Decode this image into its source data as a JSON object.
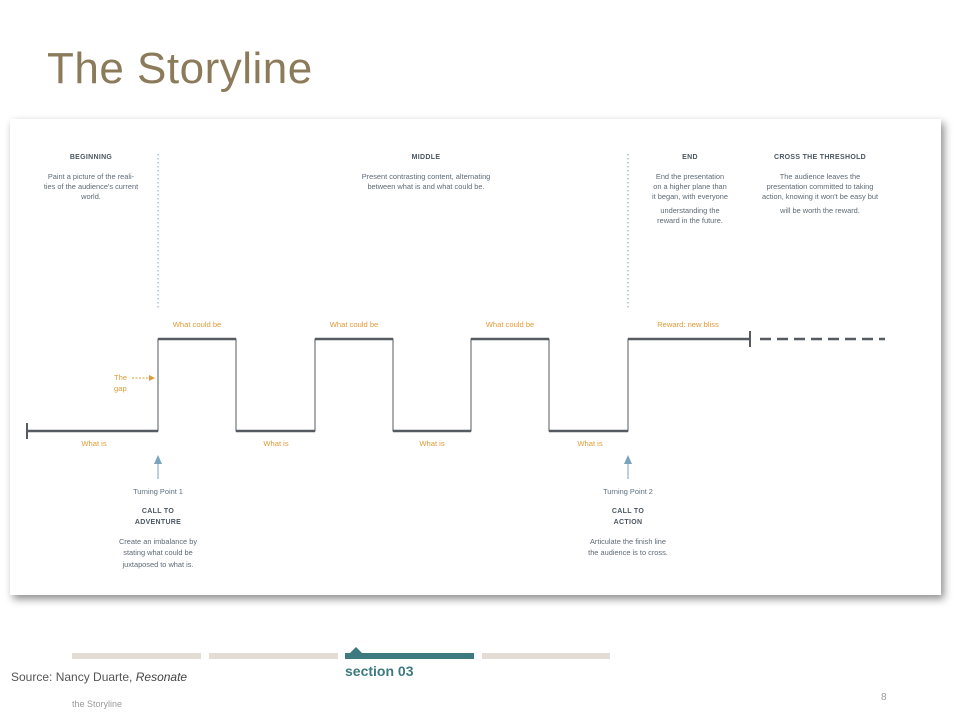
{
  "slide": {
    "title": "The Storyline",
    "source_prefix": "Source: Nancy Duarte, ",
    "source_book": "Resonate",
    "section_label": "section 03",
    "page_number": "8",
    "footer_title": "the Storyline"
  },
  "colors": {
    "title": "#8c7b5a",
    "accent_teal": "#3d7a7f",
    "orange": "#e39a3a",
    "line": "#555b60",
    "arrow_blue": "#7aa3c0"
  },
  "progress": {
    "segments": 4,
    "active_index": 2
  },
  "figure": {
    "beginning": {
      "heading": "BEGINNING",
      "lines": [
        "Paint a picture of the reali-",
        "ties of the audience's current",
        "world."
      ]
    },
    "middle": {
      "heading": "MIDDLE",
      "lines": [
        "Present contrasting content, alternating",
        "between what is and what could be."
      ]
    },
    "end": {
      "heading": "END",
      "lines": [
        "End the presentation",
        "on a higher plane than",
        "it began, with everyone",
        "understanding the",
        "reward in the future."
      ]
    },
    "threshold": {
      "heading": "CROSS THE THRESHOLD",
      "lines": [
        "The audience leaves the",
        "presentation committed to taking",
        "action, knowing it won't be easy but",
        "will be worth the reward."
      ]
    },
    "what_could_be": [
      "What could be",
      "What could be",
      "What could be"
    ],
    "reward_label": "Reward: new bliss",
    "what_is": [
      "What is",
      "What is",
      "What is",
      "What is"
    ],
    "gap_label": [
      "The",
      "gap"
    ],
    "turning_point_1": {
      "title": "Turning Point 1",
      "heading_lines": [
        "CALL TO",
        "ADVENTURE"
      ],
      "lines": [
        "Create an imbalance by",
        "stating what could be",
        "juxtaposed to what is."
      ]
    },
    "turning_point_2": {
      "title": "Turning Point 2",
      "heading_lines": [
        "CALL TO",
        "ACTION"
      ],
      "lines": [
        "Articulate the finish line",
        "the audience is to cross."
      ]
    }
  }
}
